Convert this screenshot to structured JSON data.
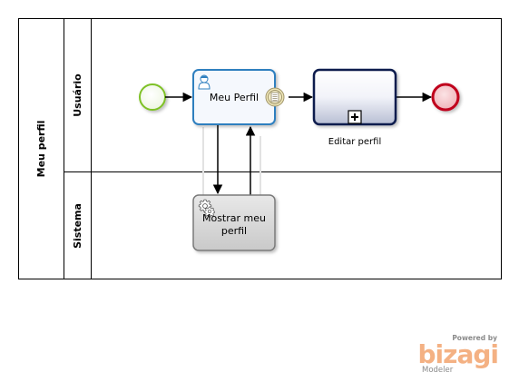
{
  "pool": {
    "label": "Meu perfil"
  },
  "lanes": [
    {
      "label": "Usuário"
    },
    {
      "label": "Sistema"
    }
  ],
  "tasks": {
    "user_task": {
      "label": "Meu Perfil",
      "type": "user-task"
    },
    "subprocess": {
      "label": "Editar perfil",
      "type": "collapsed-subprocess"
    },
    "service_task": {
      "label_line1": "Mostrar meu",
      "label_line2": "perfil",
      "type": "service-task"
    }
  },
  "events": {
    "start": {
      "type": "start-event",
      "color": "#7ec126"
    },
    "end": {
      "type": "end-event",
      "color": "#c0001f"
    },
    "intermediate": {
      "type": "message-intermediate-event"
    }
  },
  "branding": {
    "powered_by": "Powered by",
    "name": "bizagi",
    "product": "Modeler"
  },
  "colors": {
    "accent": "#2e7fbf",
    "subprocess_border": "#0d1a4e",
    "service_fill": "#d6d6d6",
    "logo": "#f4b183"
  }
}
